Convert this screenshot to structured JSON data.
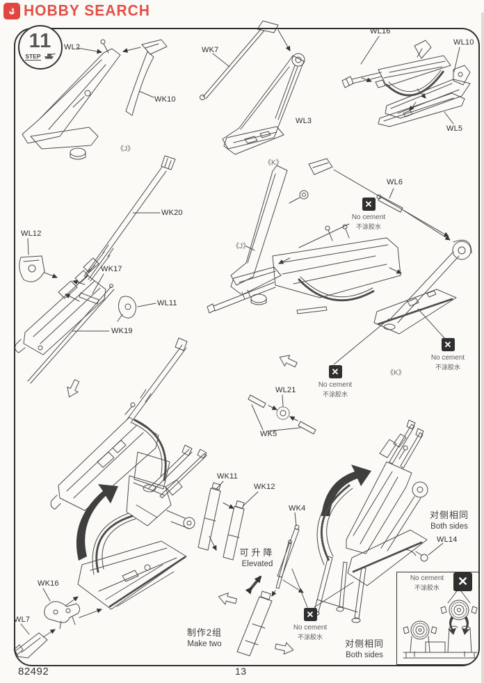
{
  "page": {
    "background": "#fbfaf7",
    "ink": "#4a4a4a",
    "accent_red": "#e0463f"
  },
  "header": {
    "brand": "HOBBY SEARCH",
    "logo_icon": "flame-icon"
  },
  "step": {
    "number": "11",
    "label": "STEP",
    "icon": "tank-icon"
  },
  "markers": {
    "j": "《J》",
    "k": "《K》"
  },
  "parts": {
    "wl2": "WL2",
    "wk10": "WK10",
    "wk7": "WK7",
    "wl3": "WL3",
    "wl16": "WL16",
    "wl10": "WL10",
    "wl5": "WL5",
    "wk20": "WK20",
    "wl12": "WL12",
    "wk17": "WK17",
    "wl11": "WL11",
    "wk19": "WK19",
    "wl6": "WL6",
    "wl21": "WL21",
    "wk5": "WK5",
    "wk11": "WK11",
    "wk12": "WK12",
    "wk4": "WK4",
    "wk16": "WK16",
    "wl7": "WL7",
    "wl14": "WL14"
  },
  "notes": {
    "no_cement": {
      "en": "No cement",
      "zh": "不涂胶水",
      "symbol": "✕"
    },
    "elevated": {
      "zh": "可升降",
      "en": "Elevated"
    },
    "make_two": {
      "zh": "制作2组",
      "en": "Make two"
    },
    "both_sides": {
      "zh": "对侧相同",
      "en": "Both sides"
    }
  },
  "footer": {
    "kit_number": "82492",
    "page_number": "13"
  }
}
